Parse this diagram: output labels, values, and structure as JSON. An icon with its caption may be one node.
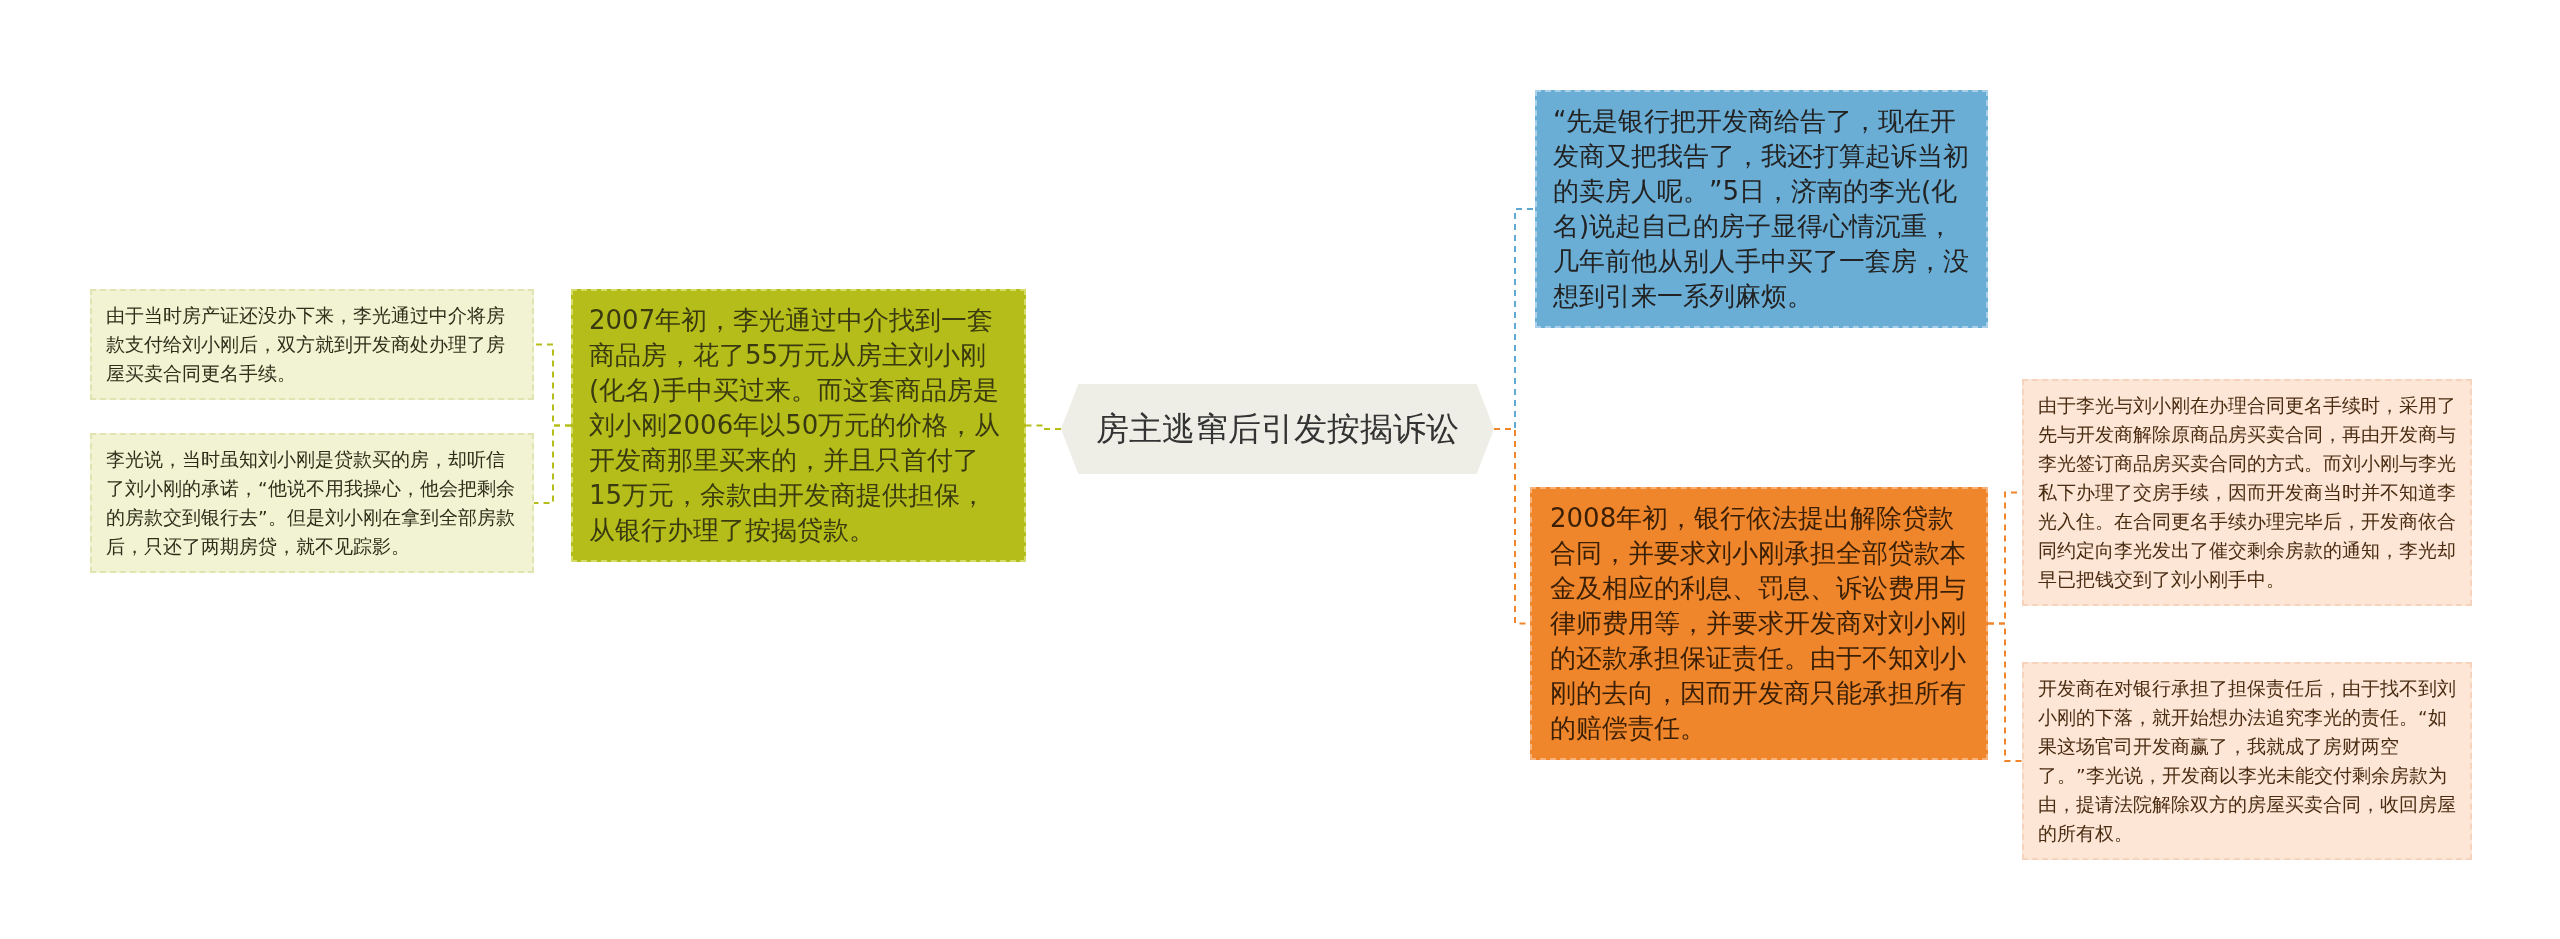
{
  "diagram": {
    "nodes": [
      {
        "text": [
          "房主逃窜后引发按揭诉讼"
        ]
      },
      {
        "text": [
          "2007年初，李光通过中介找到一套商品房，花了55万元从房主刘小刚(化名)手中买过来。而这套商品房是刘小刚2006年以50万元的价格，从开发商那里买来的，并且只首付了15万元，余款由开发商提供担保，从银行办理了按揭贷款。"
        ]
      },
      {
        "text": [
          "由于当时房产证还没办下来，李光通过中介将房款支付给刘小刚后，双方就到开发商处办理了房屋买卖合同更名手续。"
        ]
      },
      {
        "text": [
          "李光说，当时虽知刘小刚是贷款买的房，却听信了刘小刚的承诺，“他说不用我操心，他会把剩余的房款交到银行去”。但是刘小刚在拿到全部房款后，只还了两期房贷，就不见踪影。"
        ]
      },
      {
        "text": [
          "“先是银行把开发商给告了，现在开发商又把我告了，我还打算起诉当初的卖房人呢。”5日，济南的李光(化名)说起自己的房子显得心情沉重，几年前他从别人手中买了一套房，没想到引来一系列麻烦。"
        ]
      },
      {
        "text": [
          "2008年初，银行依法提出解除贷款合同，并要求刘小刚承担全部贷款本金及相应的利息、罚息、诉讼费用与律师费用等，并要求开发商对刘小刚的还款承担保证责任。由于不知刘小刚的去向，因而开发商只能承担所有的赔偿责任。"
        ]
      },
      {
        "text": [
          "由于李光与刘小刚在办理合同更名手续时，采用了先与开发商解除原商品房买卖合同，再由开发商与李光签订商品房买卖合同的方式。而刘小刚与李光私下办理了交房手续，因而开发商当时并不知道李光入住。在合同更名手续办理完毕后，开发商依合同约定向李光发出了催交剩余房款的通知，李光却早已把钱交到了刘小刚手中。"
        ]
      },
      {
        "text": [
          "开发商在对银行承担了担保责任后，由于找不到刘小刚的下落，就开始想办法追究李光的责任。“如果这场官司开发商赢了，我就成了房财两空了。”李光说，开发商以李光未能交付剩余房款为由，提请法院解除双方的房屋买卖合同，收回房屋的所有权。"
        ]
      }
    ],
    "edges": [
      {
        "from": 0,
        "to": 1,
        "arrow": "none",
        "style": "dashed",
        "color": "#b5bd1a"
      },
      {
        "from": 1,
        "to": 2,
        "arrow": "none",
        "style": "dashed",
        "color": "#b5bd1a"
      },
      {
        "from": 1,
        "to": 3,
        "arrow": "none",
        "style": "dashed",
        "color": "#b5bd1a"
      },
      {
        "from": 0,
        "to": 4,
        "arrow": "none",
        "style": "dashed",
        "color": "#5fa8d3"
      },
      {
        "from": 0,
        "to": 5,
        "arrow": "none",
        "style": "dashed",
        "color": "#f0862c"
      },
      {
        "from": 5,
        "to": 6,
        "arrow": "none",
        "style": "dashed",
        "color": "#f0862c"
      },
      {
        "from": 5,
        "to": 7,
        "arrow": "none",
        "style": "dashed",
        "color": "#f0862c"
      }
    ]
  }
}
